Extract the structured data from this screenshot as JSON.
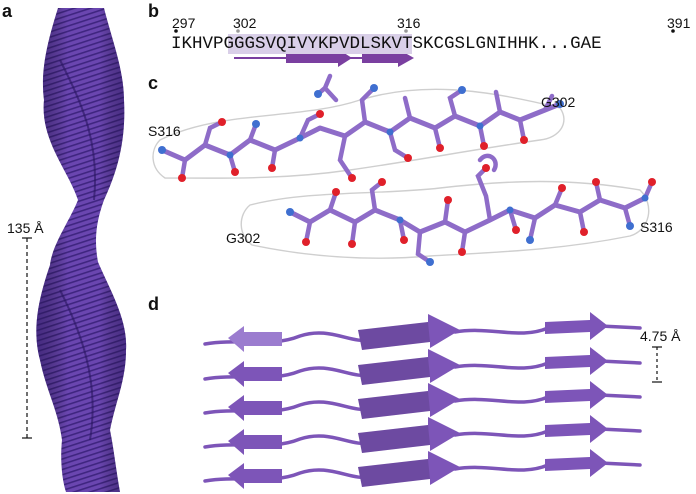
{
  "panels": {
    "a": "a",
    "b": "b",
    "c": "c",
    "d": "d"
  },
  "panel_a": {
    "scale_label": "135 Å"
  },
  "panel_b": {
    "residue_numbers": [
      "297",
      "302",
      "316",
      "391"
    ],
    "sequence_prefix": "IKHVP",
    "sequence_highlight": "GGGSVQIVYKPVDLS",
    "sequence_suffix": "KVTSKCGSLGNIHHK...GAE",
    "highlight_color": "#d9cfe8",
    "strand_color": "#7a3fa0"
  },
  "panel_c": {
    "labels": [
      "S316",
      "G302",
      "G302",
      "S316"
    ],
    "carbon_color": "#8e6cc8",
    "oxygen_color": "#e0202a",
    "nitrogen_color": "#3f6fd0"
  },
  "panel_d": {
    "rise_label": "4.75 Å",
    "strand_color": "#7d55b8"
  },
  "colors": {
    "fibril": "#6a46b0",
    "fibril_dark": "#3f2580"
  }
}
